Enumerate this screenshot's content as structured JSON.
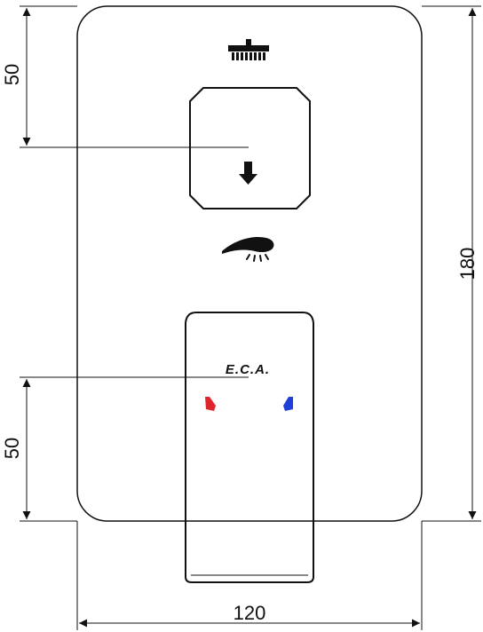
{
  "dimensions": {
    "top_height": "50",
    "overall_height": "180",
    "bottom_height": "50",
    "overall_width": "120"
  },
  "brand": {
    "logo_text": "E.C.A."
  },
  "colors": {
    "line": "#111111",
    "hot_marker": "#e0242b",
    "cold_marker": "#1f3fd8"
  },
  "icons": {
    "top": "overhead-shower-icon",
    "knob": "down-arrow-icon",
    "middle": "hand-shower-icon",
    "hot": "hot-water-indicator",
    "cold": "cold-water-indicator"
  }
}
